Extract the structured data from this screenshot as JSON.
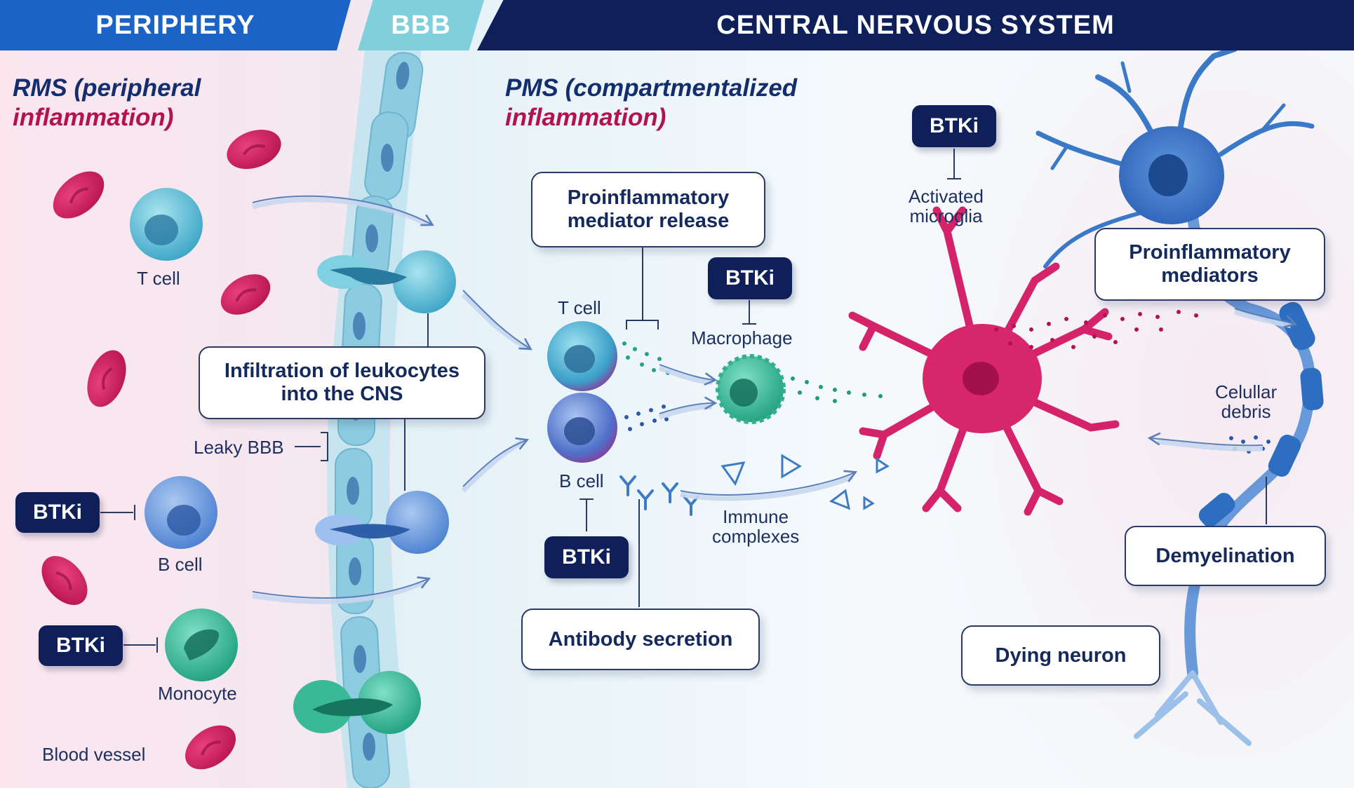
{
  "header": {
    "periphery": "PERIPHERY",
    "bbb": "BBB",
    "cns": "CENTRAL NERVOUS SYSTEM"
  },
  "rms_title": {
    "line1": "RMS (peripheral",
    "line2": "inflammation)"
  },
  "pms_title": {
    "line1": "PMS (compartmentalized",
    "line2": "inflammation)"
  },
  "periphery_labels": {
    "t_cell": "T cell",
    "b_cell": "B cell",
    "monocyte": "Monocyte",
    "blood_vessel": "Blood vessel",
    "leaky_bbb": "Leaky BBB"
  },
  "boxes": {
    "infiltration": {
      "line1": "Infiltration of leukocytes",
      "line2": "into the CNS"
    },
    "proinflammatory_release": {
      "line1": "Proinflammatory",
      "line2": "mediator release"
    },
    "antibody_secretion": "Antibody secretion",
    "proinflammatory_mediators": {
      "line1": "Proinflammatory",
      "line2": "mediators"
    },
    "demyelination": "Demyelination",
    "dying_neuron": "Dying neuron"
  },
  "btki_label": "BTKi",
  "cns_labels": {
    "t_cell": "T cell",
    "b_cell": "B cell",
    "macrophage": "Macrophage",
    "activated_microglia": {
      "line1": "Activated",
      "line2": "microglia"
    },
    "immune_complexes": {
      "line1": "Immune",
      "line2": "complexes"
    },
    "cellular_debris": {
      "line1": "Celullar",
      "line2": "debris"
    }
  },
  "colors": {
    "header_blue": "#1b63c6",
    "header_teal": "#7fd0dc",
    "header_navy": "#0e1f59",
    "accent_magenta": "#b3124f",
    "rbc": "#c8185c",
    "neuron_blue": "#3a78c8"
  }
}
